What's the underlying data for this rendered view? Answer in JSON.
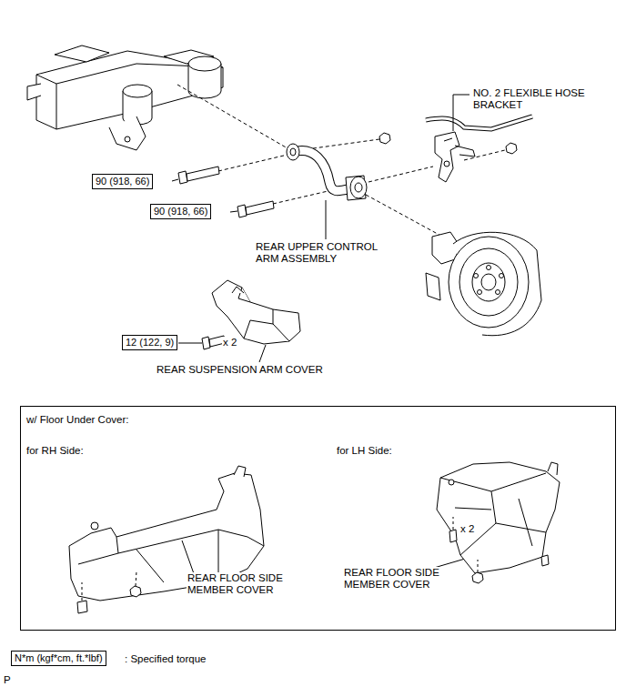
{
  "diagram": {
    "nodes": [
      {
        "text": [
          "90 (918, 66)"
        ]
      },
      {
        "text": [
          "90 (918, 66)"
        ]
      },
      {
        "text": [
          "12 (122, 9)"
        ]
      },
      {
        "text": [
          "w/ Floor Under Cover:"
        ]
      },
      {
        "text": [
          "N*m (kgf*cm, ft.*lbf)"
        ]
      }
    ],
    "labels": [
      "NO. 2 FLEXIBLE HOSE BRACKET",
      "REAR UPPER CONTROL ARM ASSEMBLY",
      "x 2",
      "REAR SUSPENSION ARM COVER",
      "for RH Side:",
      "for LH Side:",
      "REAR FLOOR SIDE MEMBER COVER",
      "x 2",
      "REAR FLOOR SIDE MEMBER COVER",
      ": Specified torque",
      "P"
    ]
  }
}
